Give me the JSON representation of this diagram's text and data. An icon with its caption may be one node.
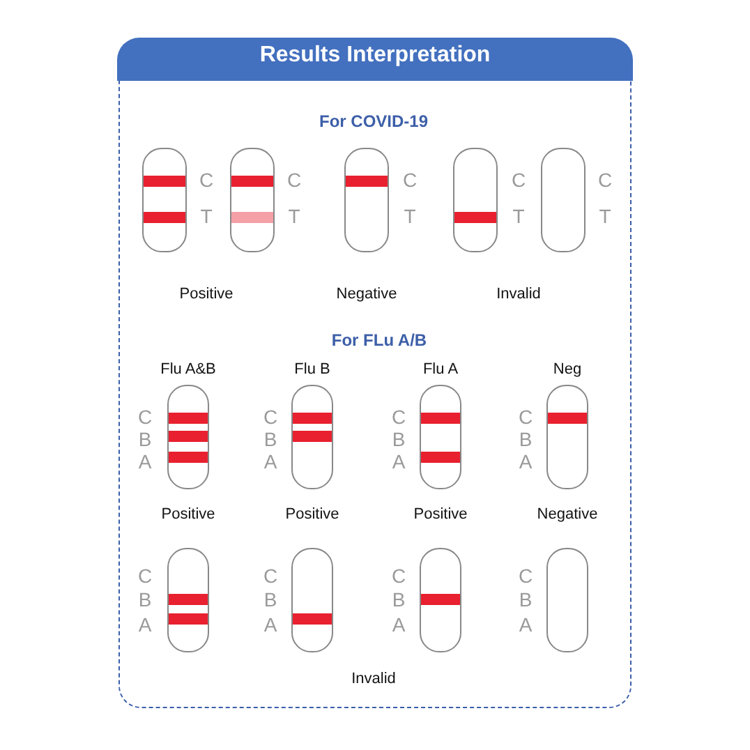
{
  "diagram": {
    "title": "Results Interpretation",
    "labels": [
      "For COVID-19",
      "C",
      "C",
      "C",
      "C",
      "C",
      "T",
      "T",
      "T",
      "T",
      "T",
      "Positive",
      "Negative",
      "Invalid",
      "For FLu A/B",
      "Flu A&B",
      "Flu B",
      "Flu A",
      "Neg",
      "C",
      "C",
      "C",
      "C",
      "B",
      "B",
      "B",
      "B",
      "A",
      "A",
      "A",
      "A",
      "Positive",
      "Positive",
      "Positive",
      "Negative",
      "C",
      "C",
      "C",
      "C",
      "B",
      "B",
      "B",
      "B",
      "A",
      "A",
      "A",
      "A",
      "Invalid"
    ]
  }
}
